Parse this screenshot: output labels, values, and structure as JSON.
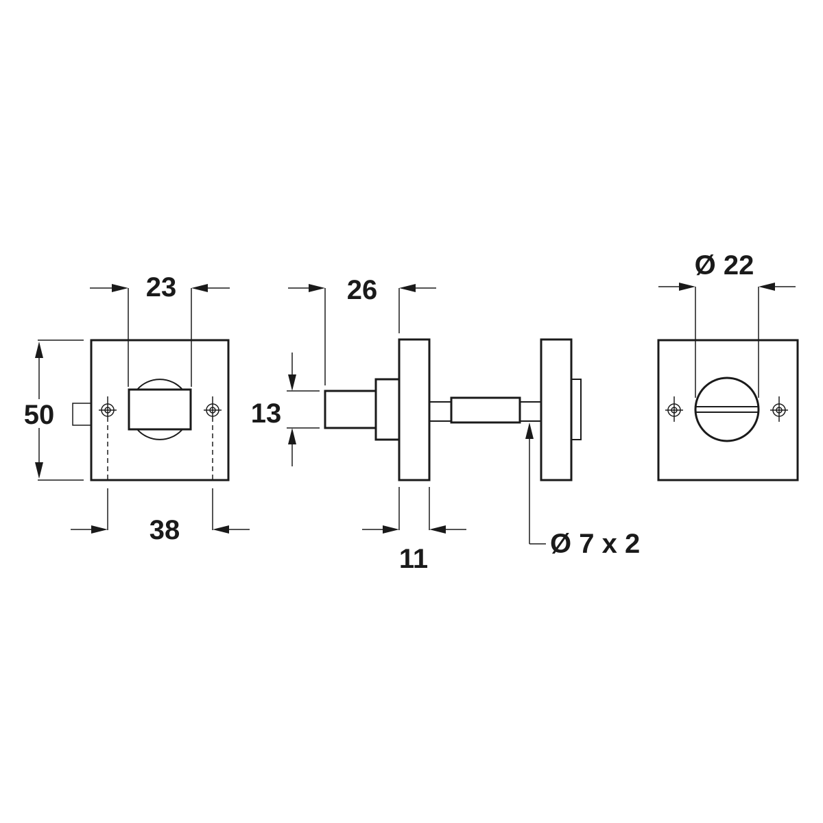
{
  "dimensions": {
    "front_turn_width": "23",
    "plate_height": "50",
    "fixing_centres": "38",
    "spindle_offset": "26",
    "spindle_height": "13",
    "rose_thickness": "11",
    "screw_spec": "Ø 7 x 2",
    "indicator_diameter": "Ø 22"
  }
}
